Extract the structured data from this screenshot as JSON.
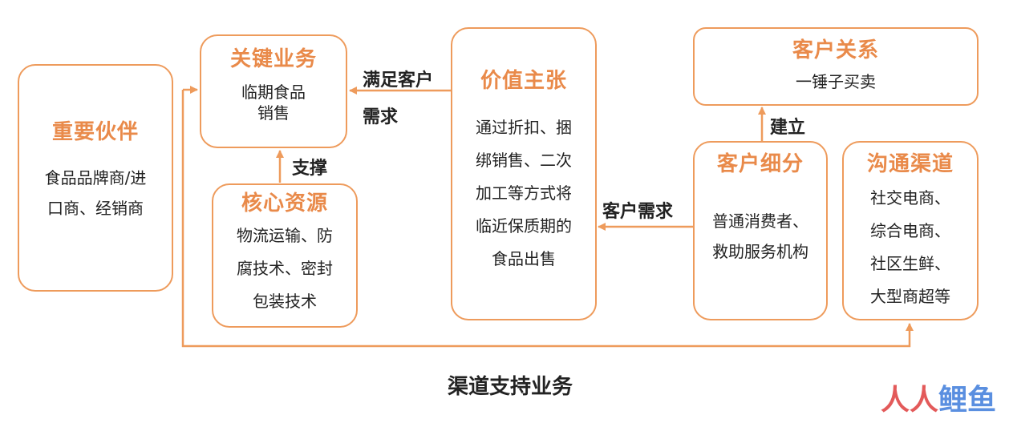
{
  "diagram": {
    "key_partners": {
      "title": "重要伙伴",
      "lines": [
        "食品品牌商/进",
        "口商、经销商"
      ]
    },
    "key_activities": {
      "title": "关键业务",
      "lines": [
        "临期食品",
        "销售"
      ]
    },
    "key_resources": {
      "title": "核心资源",
      "lines": [
        "物流运输、防",
        "腐技术、密封",
        "包装技术"
      ]
    },
    "value_proposition": {
      "title": "价值主张",
      "lines": [
        "通过折扣、捆",
        "绑销售、二次",
        "加工等方式将",
        "临近保质期的",
        "食品出售"
      ]
    },
    "customer_relationships": {
      "title": "客户关系",
      "lines": [
        "一锤子买卖"
      ]
    },
    "customer_segments": {
      "title": "客户细分",
      "lines": [
        "普通消费者、",
        "救助服务机构"
      ]
    },
    "channels": {
      "title": "沟通渠道",
      "lines": [
        "社交电商、",
        "综合电商、",
        "社区生鲜、",
        "大型商超等"
      ]
    },
    "labels": {
      "satisfy_line1": "满足客户",
      "satisfy_line2": "需求",
      "support": "支撑",
      "customer_demand": "客户需求",
      "build": "建立",
      "bottom": "渠道支持业务"
    },
    "watermark": {
      "part1": "人人",
      "part2": "鲤鱼"
    },
    "colors": {
      "accent": "#ee9b5c",
      "title": "#e98a4a"
    }
  }
}
